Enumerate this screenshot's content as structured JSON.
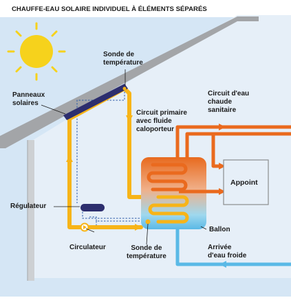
{
  "title": "CHAUFFE-EAU SOLAIRE INDIVIDUEL À ÉLÉMENTS SÉPARÉS",
  "labels": {
    "sonde_haut": "Sonde de\ntempérature",
    "panneaux": "Panneaux\nsolaires",
    "circuit_primaire": "Circuit primaire\navec fluide\ncaloporteur",
    "circuit_eau_chaude": "Circuit d'eau\nchaude\nsanitaire",
    "appoint": "Appoint",
    "regulateur": "Régulateur",
    "circulateur": "Circulateur",
    "sonde_bas": "Sonde de\ntempérature",
    "ballon": "Ballon",
    "arrivee": "Arrivée\nd'eau froide"
  },
  "colors": {
    "sky": "#d5e6f5",
    "roof": "#a3a5a8",
    "wall": "#cdd0d3",
    "sun": "#f6d21c",
    "primary_circuit": "#f7b418",
    "hot_water": "#ea6a1e",
    "cold_water": "#5ab9e6",
    "panel": "#2d2e6e",
    "sensor_line": "#2a5aa8"
  }
}
